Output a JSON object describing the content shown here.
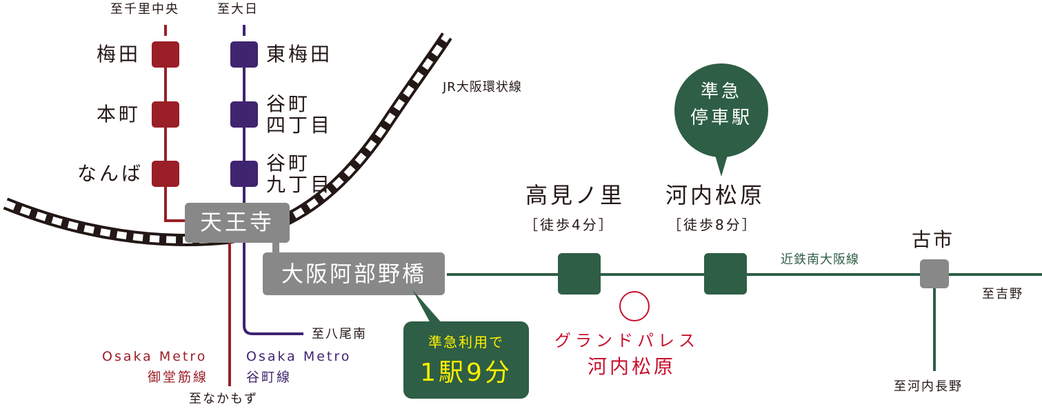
{
  "midosuji": {
    "terminus_top": "至千里中央",
    "stations": [
      "梅田",
      "本町",
      "なんば"
    ],
    "name_line1": "Osaka Metro",
    "name_line2": "御堂筋線",
    "color": "#9a1f27"
  },
  "tanimachi": {
    "terminus_top": "至大日",
    "stations": [
      "東梅田",
      "谷町\n四丁目",
      "谷町\n九丁目"
    ],
    "station1_l1": "東梅田",
    "station2_l1": "谷町",
    "station2_l2": "四丁目",
    "station3_l1": "谷町",
    "station3_l2": "九丁目",
    "terminus_bottom": "至八尾南",
    "name_line1": "Osaka Metro",
    "name_line2": "谷町線",
    "color": "#3f2470"
  },
  "jr_loop": {
    "name": "JR大阪環状線"
  },
  "hub": {
    "tennoji": "天王寺",
    "abenobashi": "大阪阿部野橋",
    "terminus_nakamozu": "至なかもず",
    "color": "#888888"
  },
  "kintetsu": {
    "name": "近鉄南大阪線",
    "color": "#2e5e45",
    "stations": [
      {
        "name": "高見ノ里",
        "walk": "［徒歩4分］"
      },
      {
        "name": "河内松原",
        "walk": "［徒歩8分］"
      }
    ],
    "furuichi": "古市",
    "terminus_east": "至吉野",
    "terminus_south": "至河内長野"
  },
  "callout_express": {
    "line1": "準急",
    "line2": "停車駅"
  },
  "callout_time": {
    "line1": "準急利用で",
    "line2": "1駅9分",
    "text_color": "#fff100"
  },
  "property": {
    "line1": "グランドパレス",
    "line2": "河内松原",
    "color": "#c8102e"
  }
}
